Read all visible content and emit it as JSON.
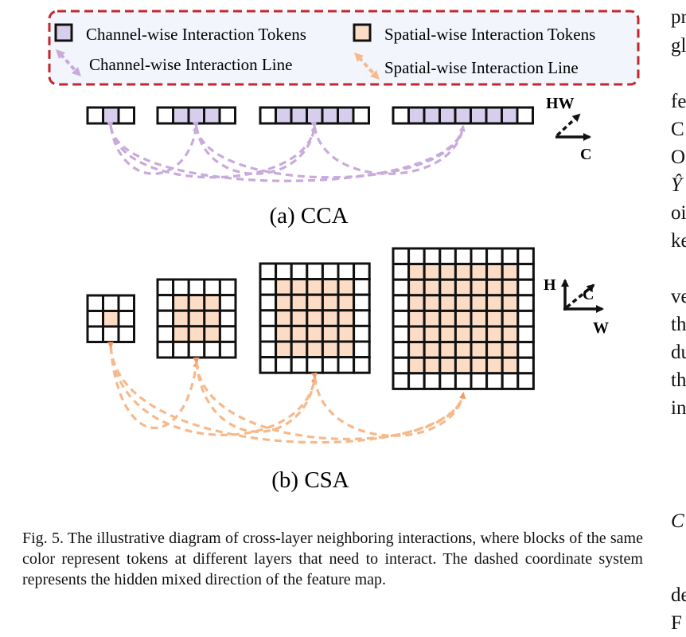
{
  "legend": {
    "channel_tokens": "Channel-wise Interaction Tokens",
    "spatial_tokens": "Spatial-wise Interaction Tokens",
    "channel_line": "Channel-wise Interaction Line",
    "spatial_line": "Spatial-wise Interaction Line"
  },
  "axes": {
    "cca_hw": "HW",
    "cca_c": "C",
    "csa_h": "H",
    "csa_c": "C",
    "csa_w": "W"
  },
  "subfig": {
    "cca_label": "(a) CCA",
    "csa_label": "(b) CSA"
  },
  "caption": "Fig. 5.  The illustrative diagram of cross-layer neighboring interactions, where blocks of the same color represent tokens at different layers that need to interact. The dashed coordinate system represents the hidden mixed direction of the feature map.",
  "right_column": [
    "pr",
    "gl",
    "fe",
    "C",
    "O",
    "Ŷ",
    "oi",
    "ke",
    "ve",
    "th",
    "du",
    "th",
    "in",
    "C",
    "de",
    "F"
  ],
  "colors": {
    "legend_border": "#c0282e",
    "channel": "#d7cdec",
    "channel_line": "#c8aadb",
    "spatial": "#fddcc6",
    "spatial_line": "#f6b98c",
    "spatial_arrow": "#f59a62",
    "grid": "#111111"
  }
}
